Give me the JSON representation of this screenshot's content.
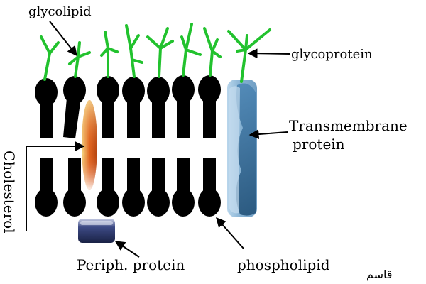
{
  "labels": {
    "glycolipid": "glycolipid",
    "glycoprotein": "glycoprotein",
    "transmembrane_line1": "Transmembrane",
    "transmembrane_line2": "protein",
    "cholesterol": "Cholesterol",
    "periph_protein": "Periph. protein",
    "phospholipid": "phospholipid"
  },
  "signature": "قاسم",
  "colors": {
    "lipid": "#000000",
    "sugar": "#22c22e",
    "transmembrane_light": "#8fb7d6",
    "transmembrane_dark": "#2c5f86",
    "cholesterol_core": "#d9541a",
    "cholesterol_edge": "#f4d35e",
    "periph_protein": "#26305a",
    "arrow": "#000000"
  }
}
